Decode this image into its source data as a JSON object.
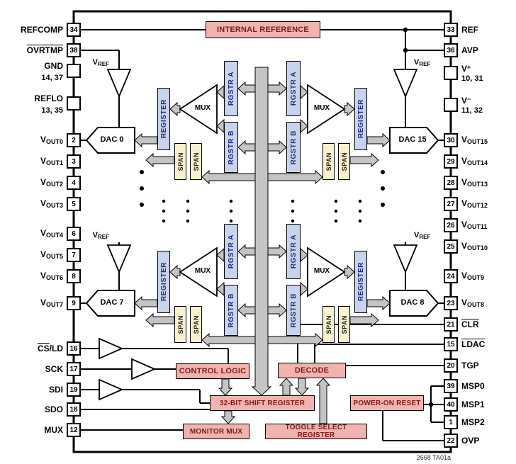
{
  "diagram": {
    "internal_reference": "INTERNAL REFERENCE",
    "control_logic": "CONTROL LOGIC",
    "decode": "DECODE",
    "shift_register": "32-BIT SHIFT REGISTER",
    "power_on_reset": "POWER-ON RESET",
    "monitor_mux": "MONITOR MUX",
    "toggle_select_register": "TOGGLE SELECT REGISTER",
    "register": "REGISTER",
    "rgstr_a": "RGSTR A",
    "rgstr_b": "RGSTR B",
    "span": "SPAN",
    "mux": "MUX",
    "vref": {
      "base": "V",
      "sub": "REF"
    },
    "dac0": "DAC 0",
    "dac7": "DAC 7",
    "dac15": "DAC 15",
    "dac8": "DAC 8",
    "note": "2668 TA01a"
  },
  "pins_left": [
    {
      "label": "REFCOMP",
      "num": "34"
    },
    {
      "over": "OVRTMP",
      "num": "38"
    },
    {
      "label": "GND",
      "extra": "14, 37"
    },
    {
      "label": "REFLO",
      "extra": "13, 35"
    },
    {
      "label": "V",
      "sub": "OUT0",
      "num": "2"
    },
    {
      "label": "V",
      "sub": "OUT1",
      "num": "3"
    },
    {
      "label": "V",
      "sub": "OUT2",
      "num": "4"
    },
    {
      "label": "V",
      "sub": "OUT3",
      "num": "5"
    },
    {
      "label": "V",
      "sub": "OUT4",
      "num": "6"
    },
    {
      "label": "V",
      "sub": "OUT5",
      "num": "7"
    },
    {
      "label": "V",
      "sub": "OUT6",
      "num": "8"
    },
    {
      "label": "V",
      "sub": "OUT7",
      "num": "9"
    },
    {
      "over": "CS",
      "label": "/LD",
      "num": "16"
    },
    {
      "label": "SCK",
      "num": "17"
    },
    {
      "label": "SDI",
      "num": "19"
    },
    {
      "label": "SDO",
      "num": "18"
    },
    {
      "label": "MUX",
      "num": "12"
    }
  ],
  "pins_right": [
    {
      "label": "REF",
      "num": "33"
    },
    {
      "label": "AVP",
      "num": "36"
    },
    {
      "label": "V",
      "sup": "+",
      "extra": "10, 31"
    },
    {
      "label": "V",
      "sup": "−",
      "extra": "11, 32"
    },
    {
      "label": "V",
      "sub": "OUT15",
      "num": "30"
    },
    {
      "label": "V",
      "sub": "OUT14",
      "num": "29"
    },
    {
      "label": "V",
      "sub": "OUT13",
      "num": "28"
    },
    {
      "label": "V",
      "sub": "OUT12",
      "num": "27"
    },
    {
      "label": "V",
      "sub": "OUT11",
      "num": "26"
    },
    {
      "label": "V",
      "sub": "OUT10",
      "num": "25"
    },
    {
      "label": "V",
      "sub": "OUT9",
      "num": "24"
    },
    {
      "label": "V",
      "sub": "OUT8",
      "num": "23"
    },
    {
      "over": "CLR",
      "num": "21"
    },
    {
      "over": "LDAC",
      "num": "15"
    },
    {
      "label": "TGP",
      "num": "20"
    },
    {
      "label": "MSP0",
      "num": "39"
    },
    {
      "label": "MSP1",
      "num": "40"
    },
    {
      "label": "MSP2",
      "num": "1"
    },
    {
      "label": "OVP",
      "num": "22"
    }
  ]
}
